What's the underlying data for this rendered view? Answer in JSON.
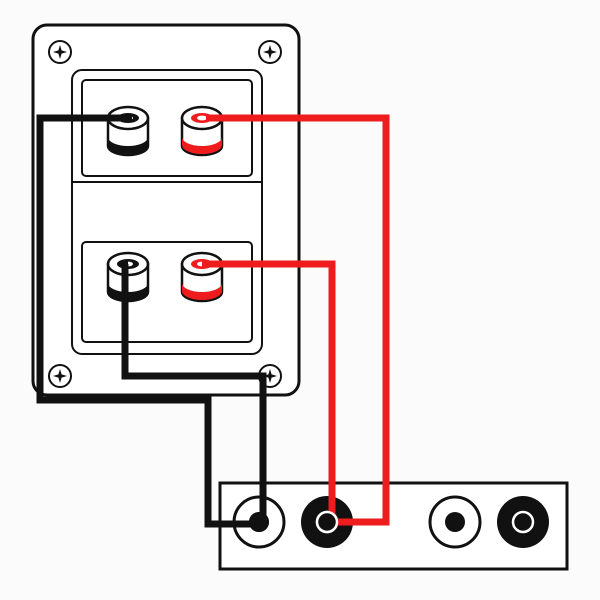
{
  "diagram": {
    "colors": {
      "background": "#fbfbfb",
      "outline": "#111111",
      "panel_fill": "#ffffff",
      "negative_wire": "#111111",
      "positive_wire": "#ee1c1c",
      "post_fill": "#ffffff"
    },
    "terminal_plate": {
      "screws": [
        "screw-icon",
        "screw-icon",
        "screw-icon",
        "screw-icon"
      ],
      "upper_pair": {
        "negative": {
          "name": "binding-post-negative-upper",
          "icon": "binding-post-icon"
        },
        "positive": {
          "name": "binding-post-positive-upper",
          "icon": "binding-post-icon"
        }
      },
      "lower_pair": {
        "negative": {
          "name": "binding-post-negative-lower",
          "icon": "binding-post-icon"
        },
        "positive": {
          "name": "binding-post-positive-lower",
          "icon": "binding-post-icon"
        }
      }
    },
    "amplifier_output": {
      "jacks": [
        {
          "name": "output-jack-negative-1",
          "icon": "jack-icon"
        },
        {
          "name": "output-jack-positive-1",
          "icon": "jack-icon"
        },
        {
          "name": "output-jack-negative-2",
          "icon": "jack-icon"
        },
        {
          "name": "output-jack-positive-2",
          "icon": "jack-icon"
        }
      ]
    },
    "wires": [
      {
        "name": "black-wire-upper-negative",
        "polarity": "negative"
      },
      {
        "name": "black-wire-lower-negative",
        "polarity": "negative"
      },
      {
        "name": "red-wire-upper-positive",
        "polarity": "positive"
      },
      {
        "name": "red-wire-lower-positive",
        "polarity": "positive"
      }
    ]
  }
}
